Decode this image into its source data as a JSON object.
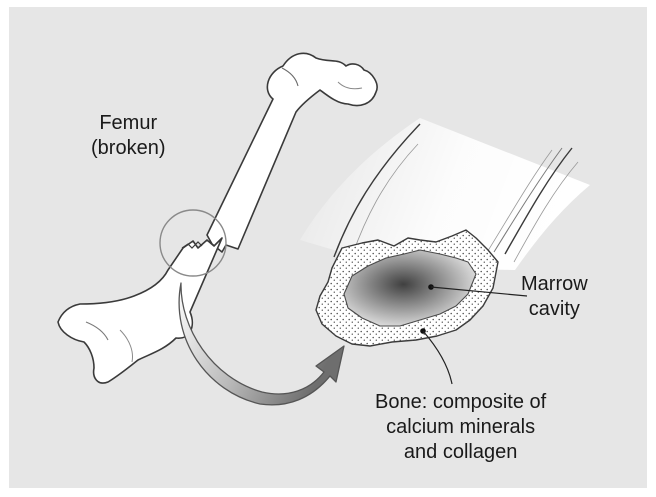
{
  "labels": {
    "femur": {
      "line1": "Femur",
      "line2": "(broken)"
    },
    "marrow": {
      "line1": "Marrow",
      "line2": "cavity"
    },
    "bone": {
      "line1": "Bone: composite of",
      "line2": "calcium minerals",
      "line3": "and collagen"
    }
  },
  "colors": {
    "background": "#e6e6e6",
    "bone_fill": "#ffffff",
    "outline": "#3a3a3a",
    "stipple": "#555555",
    "cavity_dark": "#707070",
    "arrow_light": "#f2f2f2",
    "arrow_dark": "#7a7a7a"
  }
}
